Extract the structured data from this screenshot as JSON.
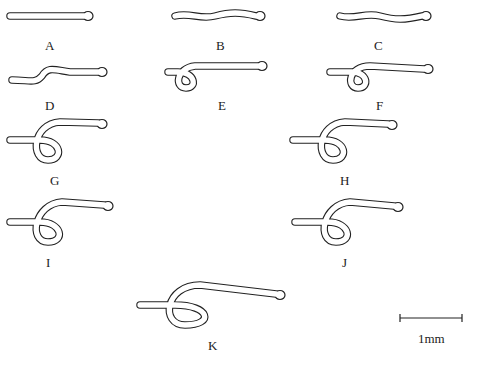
{
  "diagram": {
    "labels": [
      "A",
      "B",
      "C",
      "D",
      "E",
      "F",
      "G",
      "H",
      "I",
      "J",
      "K",
      "1mm"
    ]
  }
}
